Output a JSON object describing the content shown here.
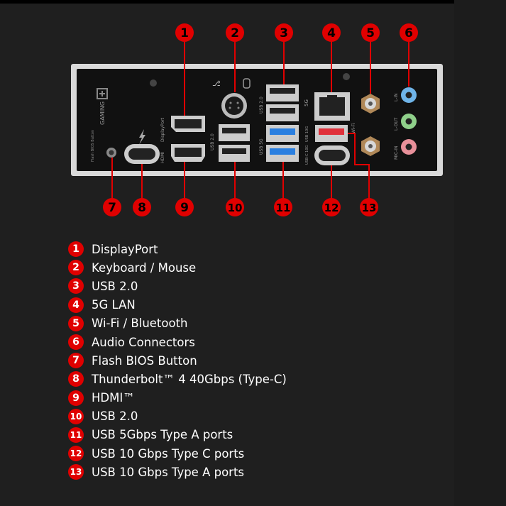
{
  "panel": {
    "printed_labels": {
      "gaming": "GAMING",
      "flash_bios": "Flash BIOS Button",
      "displayport": "DisplayPort",
      "hdmi": "HDMI",
      "usb20_a": "USB 2.0",
      "usb20_b": "USB 2.0",
      "usb5g": "USB 5G",
      "lan5g": "5G",
      "usb10g": "USB 10G",
      "usbc10g": "USB-C 10G",
      "wifi": "Wi-Fi",
      "lin": "L-IN",
      "lout": "L-OUT",
      "micin": "MIC-IN"
    }
  },
  "callouts": [
    {
      "number": "1"
    },
    {
      "number": "2"
    },
    {
      "number": "3"
    },
    {
      "number": "4"
    },
    {
      "number": "5"
    },
    {
      "number": "6"
    },
    {
      "number": "7"
    },
    {
      "number": "8"
    },
    {
      "number": "9"
    },
    {
      "number": "10"
    },
    {
      "number": "11"
    },
    {
      "number": "12"
    },
    {
      "number": "13"
    }
  ],
  "legend": [
    {
      "number": "1",
      "label": "DisplayPort"
    },
    {
      "number": "2",
      "label": "Keyboard / Mouse"
    },
    {
      "number": "3",
      "label": "USB 2.0"
    },
    {
      "number": "4",
      "label": "5G LAN"
    },
    {
      "number": "5",
      "label": "Wi-Fi / Bluetooth"
    },
    {
      "number": "6",
      "label": "Audio Connectors"
    },
    {
      "number": "7",
      "label": "Flash BIOS Button"
    },
    {
      "number": "8",
      "label": "Thunderbolt™ 4 40Gbps (Type-C)"
    },
    {
      "number": "9",
      "label": "HDMI™"
    },
    {
      "number": "10",
      "label": "USB 2.0"
    },
    {
      "number": "11",
      "label": "USB 5Gbps Type A ports"
    },
    {
      "number": "12",
      "label": "USB 10 Gbps Type C ports"
    },
    {
      "number": "13",
      "label": "USB 10 Gbps Type A ports"
    }
  ],
  "colors": {
    "callout_red": "#e00000",
    "usb3_blue": "#2a7fe0",
    "usb10_red": "#e0303a",
    "audio_blue": "#6fb4e8",
    "audio_green": "#8fd08a",
    "audio_pink": "#e8909a"
  }
}
